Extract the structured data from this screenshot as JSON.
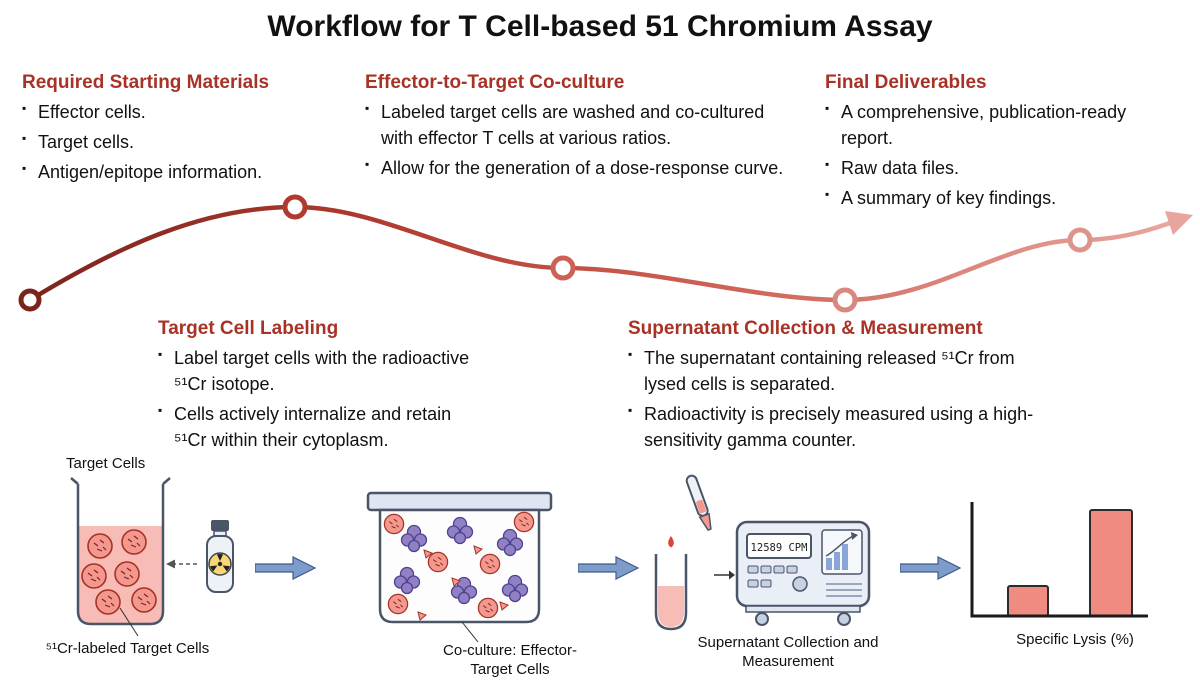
{
  "title": "Workflow for T Cell-based 51 Chromium Assay",
  "sections": [
    {
      "heading": "Required Starting Materials",
      "bullets": [
        "Effector cells.",
        "Target cells.",
        "Antigen/epitope information."
      ]
    },
    {
      "heading": "Effector-to-Target Co-culture",
      "bullets": [
        "Labeled target cells are washed and co-cultured with effector T cells at various ratios.",
        "Allow for the generation of a dose-response curve."
      ]
    },
    {
      "heading": "Final Deliverables",
      "bullets": [
        "A comprehensive, publication-ready report.",
        "Raw data files.",
        "A summary of key findings."
      ]
    },
    {
      "heading": "Target Cell Labeling",
      "bullets": [
        "Label target cells with the radioactive ⁵¹Cr isotope.",
        "Cells actively internalize and retain ⁵¹Cr within their cytoplasm."
      ]
    },
    {
      "heading": "Supernatant Collection & Measurement",
      "bullets": [
        "The supernatant containing released ⁵¹Cr from lysed cells is separated.",
        "Radioactivity is precisely measured using a high-sensitivity gamma counter."
      ]
    }
  ],
  "figures": {
    "target_cells_label": "Target Cells",
    "cr_labeled_label": "⁵¹Cr-labeled Target Cells",
    "coculture_label": "Co-culture: Effector-Target Cells",
    "supernatant_label": "Supernatant Collection and Measurement",
    "lysis_label": "Specific Lysis (%)",
    "counter_display": "12589 CPM"
  },
  "colors": {
    "heading_red": "#a93226",
    "curve_dark": "#7b241c",
    "curve_light": "#e8a59e",
    "arrow_blue": "#7d9ccb",
    "cell_pink": "#f2988e",
    "cell_purple": "#9181c4"
  }
}
